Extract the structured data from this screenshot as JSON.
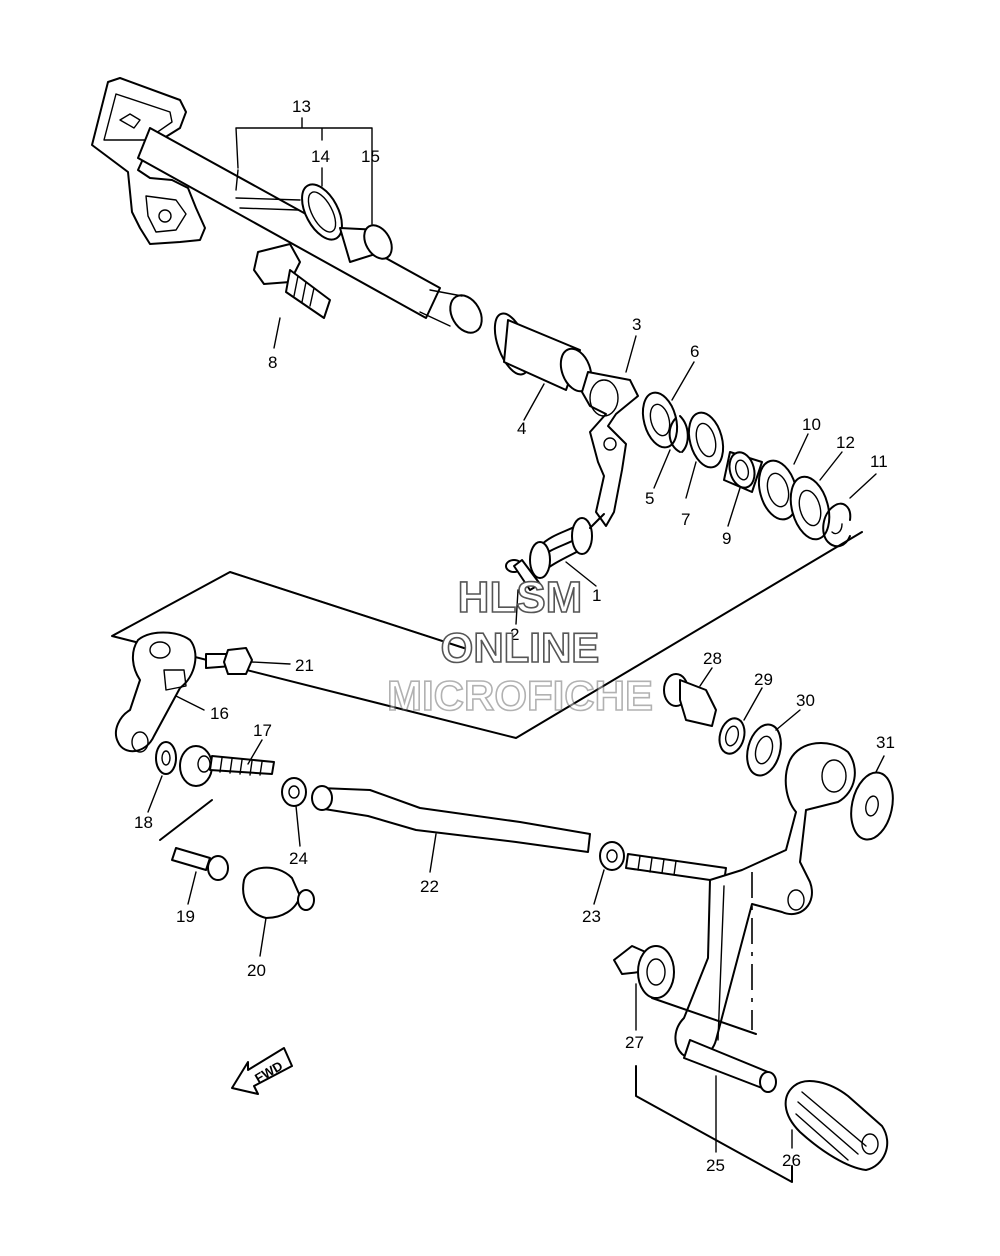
{
  "watermark": {
    "line1": "HLSM",
    "line2": "ONLINE",
    "line3": "MICROFICHE"
  },
  "fwd_label": "FWD",
  "callouts": [
    "1",
    "2",
    "3",
    "4",
    "5",
    "6",
    "7",
    "8",
    "9",
    "10",
    "11",
    "12",
    "13",
    "14",
    "15",
    "16",
    "17",
    "18",
    "19",
    "20",
    "21",
    "22",
    "23",
    "24",
    "25",
    "26",
    "27",
    "28",
    "29",
    "30",
    "31"
  ],
  "colors": {
    "line": "#000000",
    "background": "#ffffff",
    "watermark_outline": "#555555"
  }
}
